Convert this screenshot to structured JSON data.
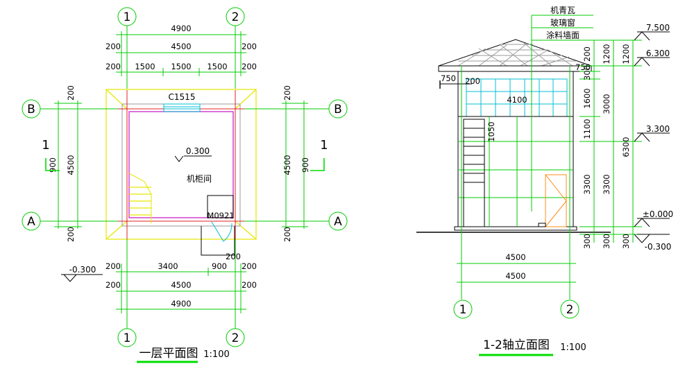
{
  "plan": {
    "title": "一层平面图",
    "scale": "1:100",
    "room_name": "机柜间",
    "floor_level": "0.300",
    "outside_level": "-0.300",
    "window_tag": "C1515",
    "door_tag": "M0921",
    "top_dims": {
      "overall": "4900",
      "axis": "4500",
      "edge": "200",
      "window_segments": [
        "1500",
        "1500",
        "1500"
      ]
    },
    "bottom_dims": {
      "overall": "4900",
      "axis": "4500",
      "edge": "200",
      "door_segments": [
        "3400",
        "900"
      ]
    },
    "side_dims": {
      "axis": "4500",
      "edge": "200",
      "inner": "900"
    },
    "axes": {
      "vertical": [
        "1",
        "2"
      ],
      "horizontal": [
        "A",
        "B"
      ]
    },
    "section_marker": "1"
  },
  "elevation": {
    "title": "1-2轴立面图",
    "scale": "1:100",
    "notes": [
      "机青瓦",
      "玻璃窗",
      "涂料墙面"
    ],
    "levels": [
      "7.500",
      "6.300",
      "3.300",
      "±0.000",
      "-0.300"
    ],
    "right_dims_inner": [
      "200",
      "300",
      "1600",
      "1100",
      "3300",
      "300"
    ],
    "right_dims_middle": [
      "1200",
      "3000",
      "3300",
      "300"
    ],
    "right_dims_outer": [
      "1200",
      "6300",
      "300"
    ],
    "left_dims": {
      "eave": "750",
      "offset": "200",
      "stair": "1050",
      "right_offset": "750"
    },
    "window_width": "4100",
    "bottom_dims": [
      "4500",
      "4500"
    ],
    "axes": [
      "1",
      "2"
    ]
  }
}
